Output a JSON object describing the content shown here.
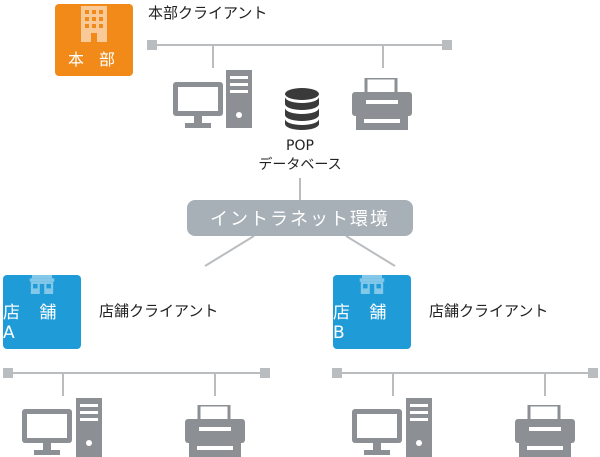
{
  "hq": {
    "badge_label": "本 部",
    "client_label": "本部クライアント",
    "database_label_line1": "POP",
    "database_label_line2": "データベース"
  },
  "network": {
    "label": "イントラネット環境"
  },
  "stores": [
    {
      "badge_label": "店 舗 A",
      "client_label": "店舗クライアント"
    },
    {
      "badge_label": "店 舗 B",
      "client_label": "店舗クライアント"
    }
  ],
  "colors": {
    "hq_orange": "#f28a1a",
    "store_blue": "#1f9bd8",
    "device_gray": "#8c9094",
    "network_gray": "#a7b0b6",
    "line_gray": "#b9bdc0"
  }
}
